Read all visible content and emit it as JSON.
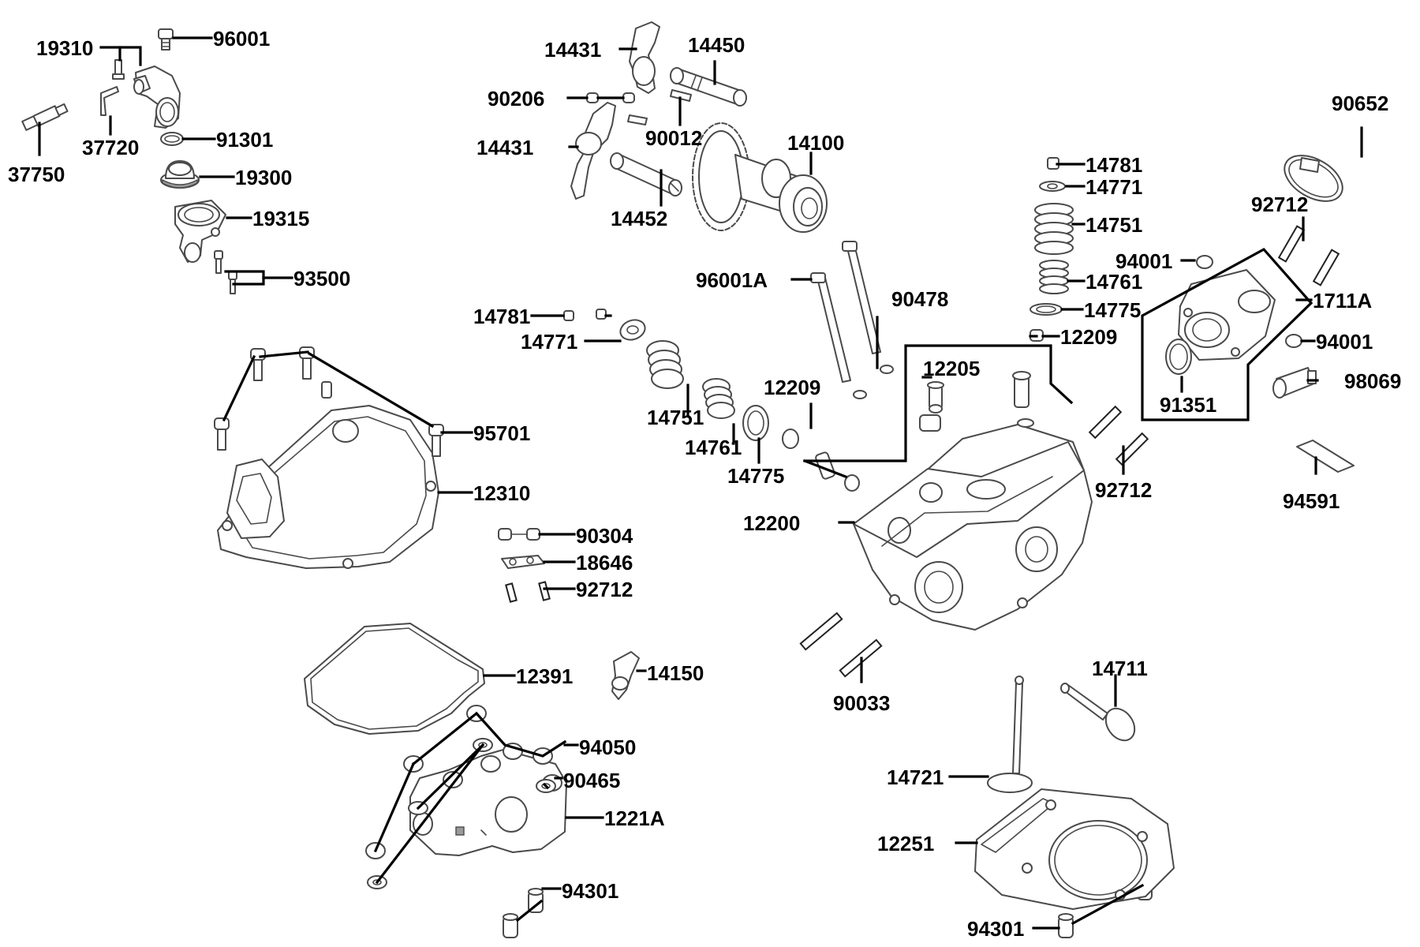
{
  "labels": {
    "p96001": "96001",
    "p19310": "19310",
    "p37750": "37750",
    "p37720": "37720",
    "p91301": "91301",
    "p19300": "19300",
    "p19315": "19315",
    "p93500": "93500",
    "p14431a": "14431",
    "p14450": "14450",
    "p90206": "90206",
    "p14431b": "14431",
    "p90012": "90012",
    "p14100": "14100",
    "p14452": "14452",
    "p90652": "90652",
    "p14781a": "14781",
    "p14771a": "14771",
    "p14751a": "14751",
    "p92712a": "92712",
    "p94001a": "94001",
    "p14761a": "14761",
    "p1711A": "1711A",
    "p96001A": "96001A",
    "p14775a": "14775",
    "p90478": "90478",
    "p12209a": "12209",
    "p94001b": "94001",
    "p14781b": "14781",
    "p14771b": "14771",
    "p12205": "12205",
    "p98069": "98069",
    "p91351": "91351",
    "p12209b": "12209",
    "p95701": "95701",
    "p14751b": "14751",
    "p14761b": "14761",
    "p14775b": "14775",
    "p92712b": "92712",
    "p94591": "94591",
    "p12310": "12310",
    "p12200": "12200",
    "p90304": "90304",
    "p18646": "18646",
    "p92712c": "92712",
    "p12391": "12391",
    "p14150": "14150",
    "p14711": "14711",
    "p90033": "90033",
    "p94050": "94050",
    "p90465": "90465",
    "p14721": "14721",
    "p1221A": "1221A",
    "p12251": "12251",
    "p94301a": "94301",
    "p94301b": "94301"
  }
}
